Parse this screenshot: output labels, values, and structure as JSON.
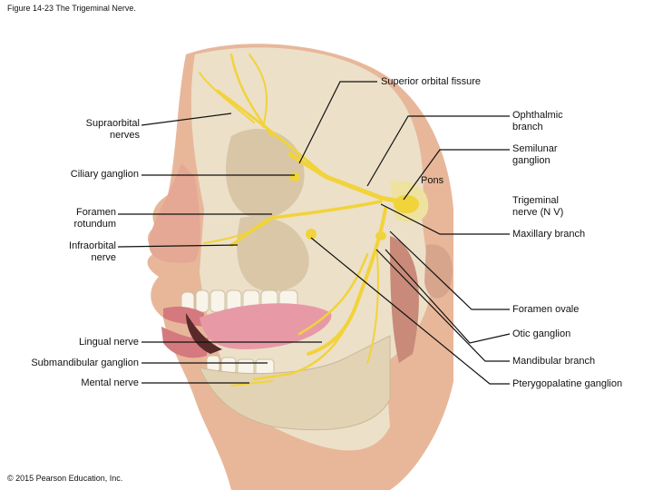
{
  "figure_caption": "Figure 14-23 The Trigeminal Nerve.",
  "copyright": "© 2015 Pearson Education, Inc.",
  "labels": {
    "superior_orbital_fissure": "Superior orbital fissure",
    "supraorbital_nerves_1": "Supraorbital",
    "supraorbital_nerves_2": "nerves",
    "ophthalmic_branch_1": "Ophthalmic",
    "ophthalmic_branch_2": "branch",
    "semilunar_ganglion_1": "Semilunar",
    "semilunar_ganglion_2": "ganglion",
    "ciliary_ganglion": "Ciliary ganglion",
    "pons": "Pons",
    "foramen_rotundum_1": "Foramen",
    "foramen_rotundum_2": "rotundum",
    "trigeminal_nerve_1": "Trigeminal",
    "trigeminal_nerve_2": "nerve (N V)",
    "maxillary_branch": "Maxillary branch",
    "infraorbital_nerve_1": "Infraorbital",
    "infraorbital_nerve_2": "nerve",
    "foramen_ovale": "Foramen ovale",
    "otic_ganglion": "Otic ganglion",
    "lingual_nerve": "Lingual nerve",
    "mandibular_branch": "Mandibular branch",
    "submandibular_ganglion": "Submandibular ganglion",
    "mental_nerve": "Mental nerve",
    "pterygopalatine_ganglion": "Pterygopalatine ganglion"
  },
  "colors": {
    "skin": "#e8b79a",
    "bone": "#e9ddc6",
    "nerve": "#f1d33a",
    "muscle": "#c98a7a",
    "tongue": "#e79aa6"
  }
}
